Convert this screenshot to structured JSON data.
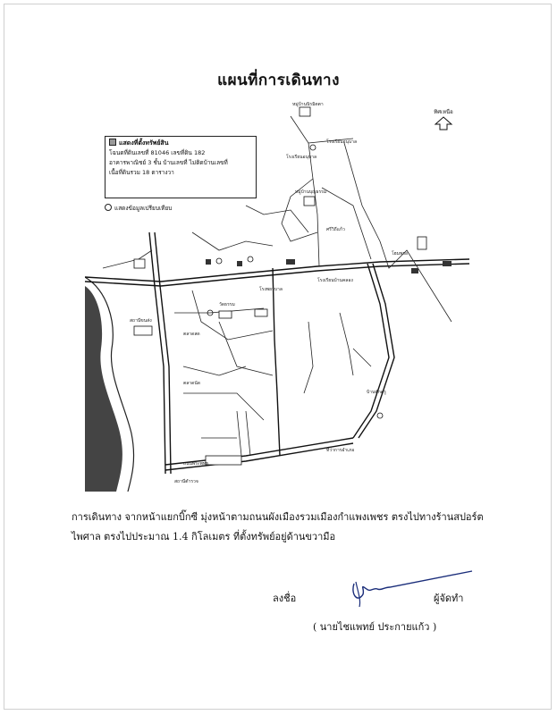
{
  "page": {
    "title": "แผนที่การเดินทาง"
  },
  "legend": {
    "heading": "แสดงที่ตั้งทรัพย์สิน",
    "lines": [
      "โฉนดที่ดินเลขที่ 81046   เลขที่ดิน 182",
      "อาคารพาณิชย์ 3 ชั้น   บ้านเลขที่ ไม่ติดบ้านเลขที่",
      "เนื้อที่ดินรวม 18 ตารางวา"
    ],
    "note": "แสดงข้อมูลเปรียบเทียบ"
  },
  "map": {
    "north_label": "ทิศเหนือ",
    "place_labels": [
      "หมู่บ้านนิรมิตตา",
      "โรงเรียนอนุบาล",
      "โรงเรียนอนุบาล",
      "หมู่บ้านบุญธรรม",
      "ศรีวิถีแก้ว",
      "โฮมพรอ",
      "โรงพยาบาล",
      "วัดธรรม",
      "โรงเรียนบ้านคลอง",
      "สถานีขนส่ง",
      "ตลาดสด",
      "ถนนพระพุทธ",
      "บ้านพักครู",
      "ที่ว่าการอำเภอ",
      "ตลาดนัด",
      "สถานีตำรวจ"
    ]
  },
  "description": {
    "line1": "การเดินทาง  จากหน้าแยกบิ๊กซี  มุ่งหน้าตามถนนผังเมืองรวมเมืองกำแพงเพชร  ตรงไปทางร้านสปอร์ต",
    "line2": "ไพศาล  ตรงไปประมาณ  1.4  กิโลเมตร  ที่ตั้งทรัพย์อยู่ด้านขวามือ"
  },
  "signature": {
    "left_label": "ลงชื่อ",
    "right_label": "ผู้จัดทำ",
    "name": "( นายไชแพทย์  ประกายแก้ว )"
  }
}
